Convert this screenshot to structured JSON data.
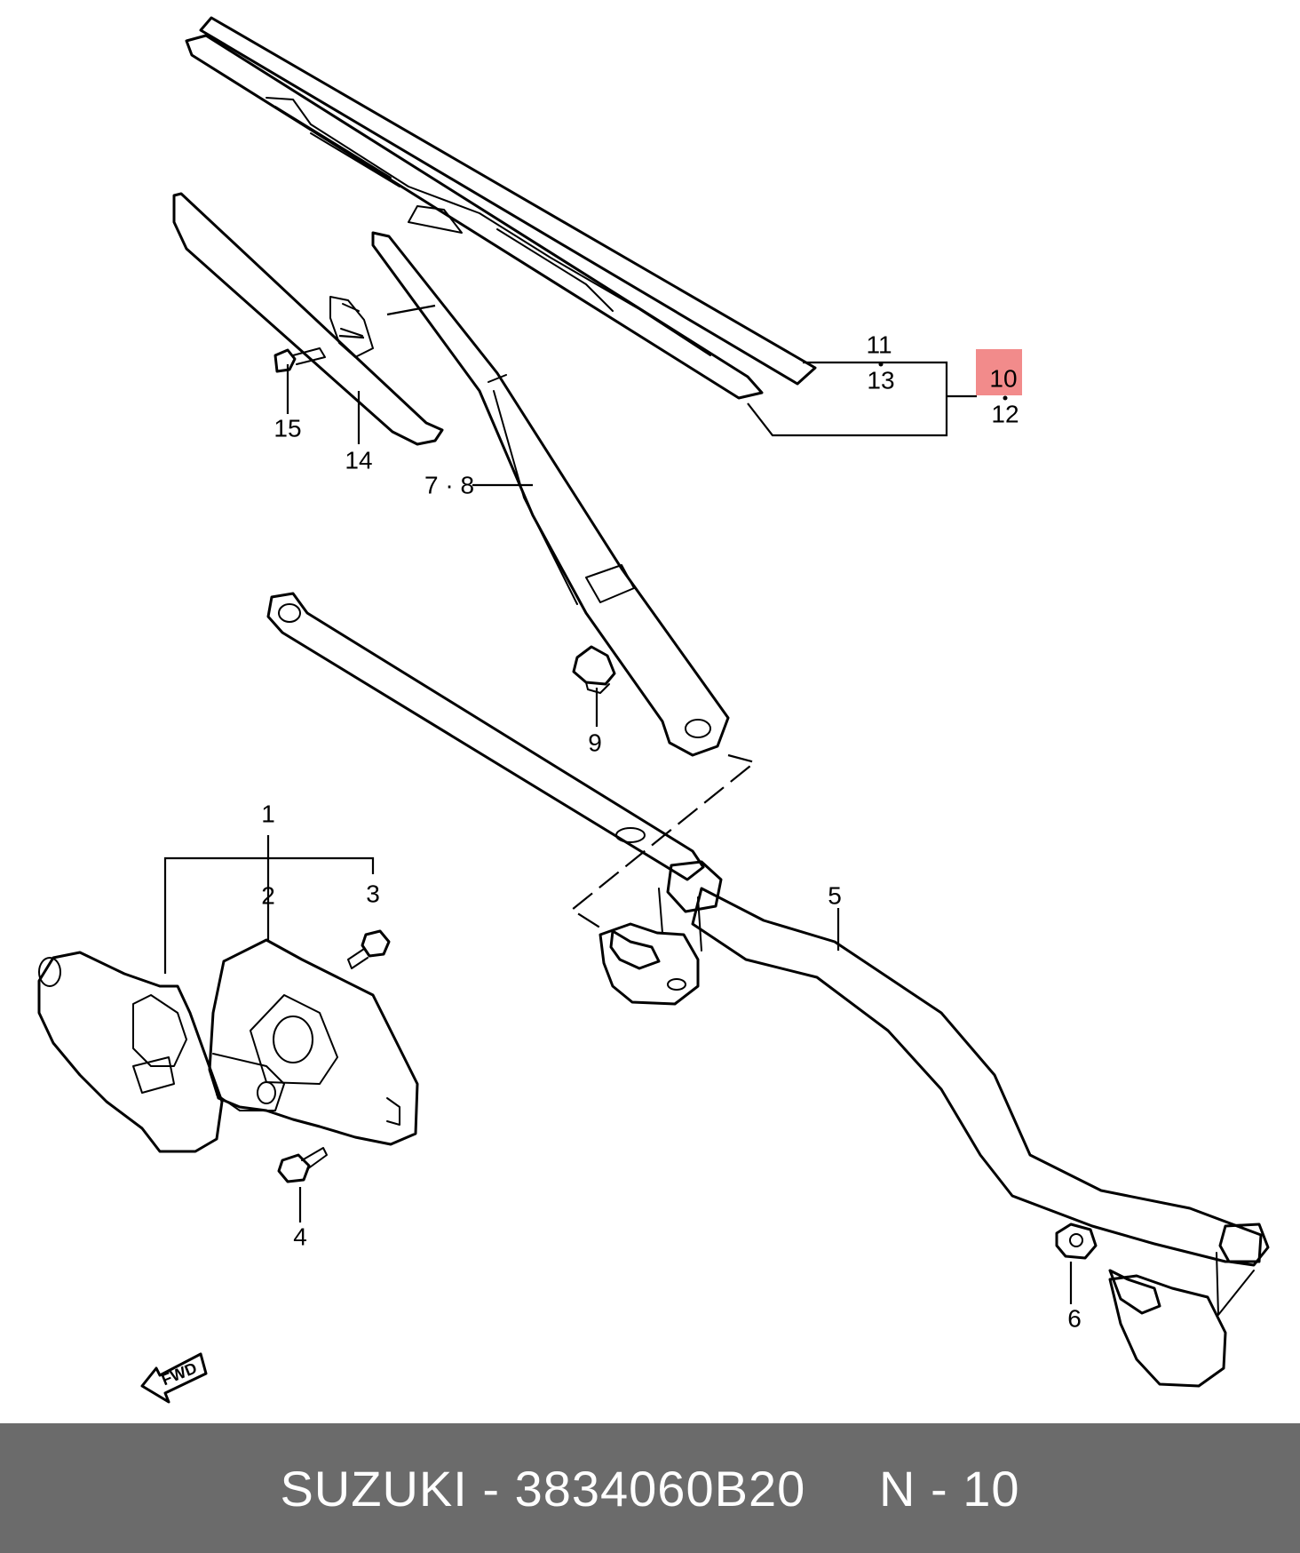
{
  "diagram": {
    "labels": {
      "l1": "1",
      "l2": "2",
      "l3": "3",
      "l4": "4",
      "l5": "5",
      "l6": "6",
      "l78": "7 · 8",
      "l9": "9",
      "l10": "10",
      "l11": "11",
      "l12": "12",
      "l13": "13",
      "l14": "14",
      "l15": "15"
    },
    "fwd": "FWD",
    "highlight_part": "10",
    "highlight_color": "#f28b8b"
  },
  "footer": {
    "brand": "SUZUKI",
    "part_number": "3834060B20",
    "ref": "N - 10"
  }
}
